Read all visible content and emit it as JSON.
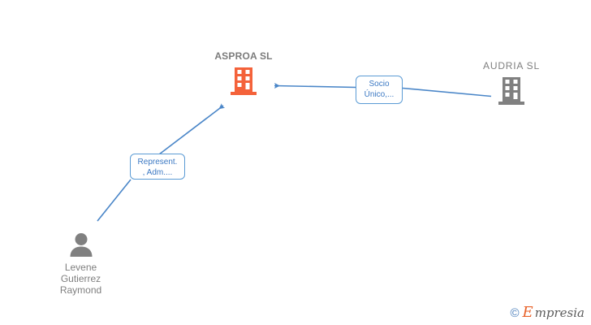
{
  "diagram": {
    "background_color": "#ffffff",
    "nodes": [
      {
        "id": "asproa",
        "type": "company",
        "label": "ASPROA SL",
        "icon": "building-icon",
        "color": "#f4623a",
        "emphasis": "bold"
      },
      {
        "id": "audria",
        "type": "company",
        "label": "AUDRIA  SL",
        "icon": "building-icon",
        "color": "#808080",
        "emphasis": "normal"
      },
      {
        "id": "person",
        "type": "person",
        "icon": "person-icon",
        "color": "#808080",
        "label_lines": [
          "Levene",
          "Gutierrez",
          "Raymond"
        ]
      }
    ],
    "edges": [
      {
        "id": "edge-audria-asproa",
        "from": "audria",
        "to": "asproa",
        "direction": "to-asproa",
        "color": "#4a86c8",
        "label_lines": [
          "Socio",
          "Único,..."
        ]
      },
      {
        "id": "edge-person-asproa",
        "from": "person",
        "to": "asproa",
        "direction": "to-asproa",
        "color": "#4a86c8",
        "label_lines": [
          "Represent.",
          ", Adm...."
        ]
      }
    ]
  },
  "watermark": {
    "copyright": "©",
    "brand_initial": "E",
    "brand_rest": "mpresia"
  }
}
